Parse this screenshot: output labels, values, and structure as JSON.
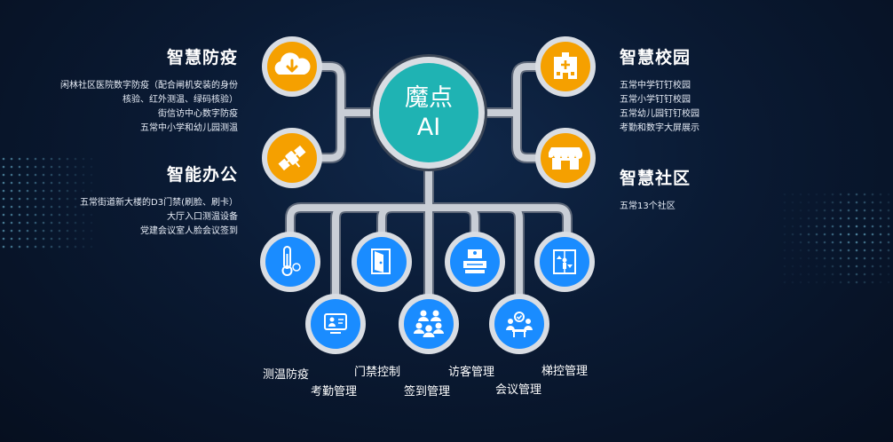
{
  "hub": {
    "line1": "魔点",
    "line2": "AI"
  },
  "colors": {
    "connector": "#c9ced6",
    "hub_fill": "#1fb3b3",
    "ring": "#d9dde3",
    "orange": "#f5a000",
    "blue": "#1a8cff"
  },
  "sections": {
    "fangyi": {
      "title": "智慧防疫",
      "lines": [
        "闲林社区医院数字防疫（配合闸机安装的身份",
        "核验、红外测温、绿码核验）",
        "街信访中心数字防疫",
        "五常中小学和幼儿园测温"
      ]
    },
    "bangong": {
      "title": "智能办公",
      "lines": [
        "五常街道新大楼的D3门禁(刷脸、刷卡）",
        "大厅入口测温设备",
        "党建会议室人脸会议签到"
      ]
    },
    "xiaoyuan": {
      "title": "智慧校园",
      "lines": [
        "五常中学钉钉校园",
        "五常小学钉钉校园",
        "五常幼儿园钉钉校园",
        "考勤和数字大屏展示"
      ]
    },
    "shequ": {
      "title": "智慧社区",
      "lines": [
        "五常13个社区"
      ]
    }
  },
  "top_nodes": [
    {
      "name": "cloud-download-icon"
    },
    {
      "name": "satellite-icon"
    },
    {
      "name": "hospital-building-icon"
    },
    {
      "name": "storefront-icon"
    }
  ],
  "bottom_nodes": [
    {
      "label": "测温防疫",
      "icon": "thermometer-icon"
    },
    {
      "label": "考勤管理",
      "icon": "attendance-screen-icon"
    },
    {
      "label": "门禁控制",
      "icon": "door-icon"
    },
    {
      "label": "签到管理",
      "icon": "people-group-icon"
    },
    {
      "label": "访客管理",
      "icon": "visitor-register-icon"
    },
    {
      "label": "会议管理",
      "icon": "meeting-icon"
    },
    {
      "label": "梯控管理",
      "icon": "elevator-icon"
    }
  ]
}
